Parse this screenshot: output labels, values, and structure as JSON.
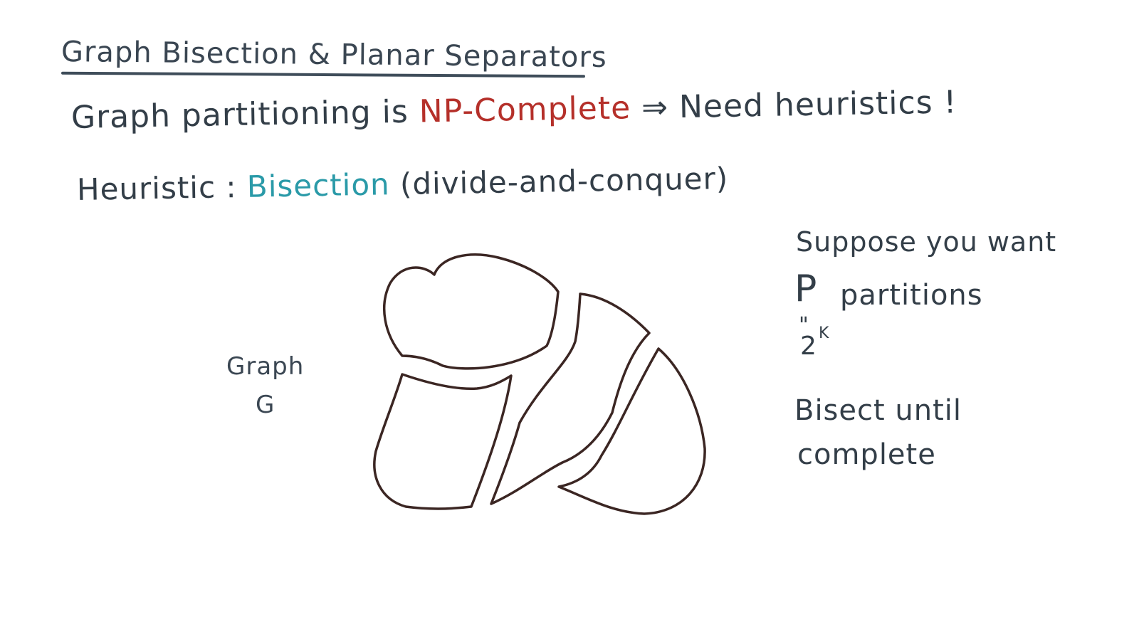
{
  "title": "Graph Bisection & Planar Separators",
  "line1": {
    "prefix": "Graph partitioning is ",
    "highlight": "NP-Complete",
    "suffix": " ⇒ Need heuristics !"
  },
  "line2": {
    "prefix": "Heuristic : ",
    "highlight": "Bisection",
    "suffix": " (divide-and-conquer)"
  },
  "graph_label": {
    "word": "Graph",
    "letter": "G"
  },
  "side_note": {
    "suppose": "Suppose you want",
    "p": "P",
    "partitions": "partitions",
    "equals": "\"",
    "two": "2",
    "exponent": "K",
    "bisect": "Bisect until",
    "complete": "complete"
  },
  "colors": {
    "ink": "#333e48",
    "red": "#b5302a",
    "teal": "#2a9aa8",
    "shape_stroke": "#3b2623"
  }
}
